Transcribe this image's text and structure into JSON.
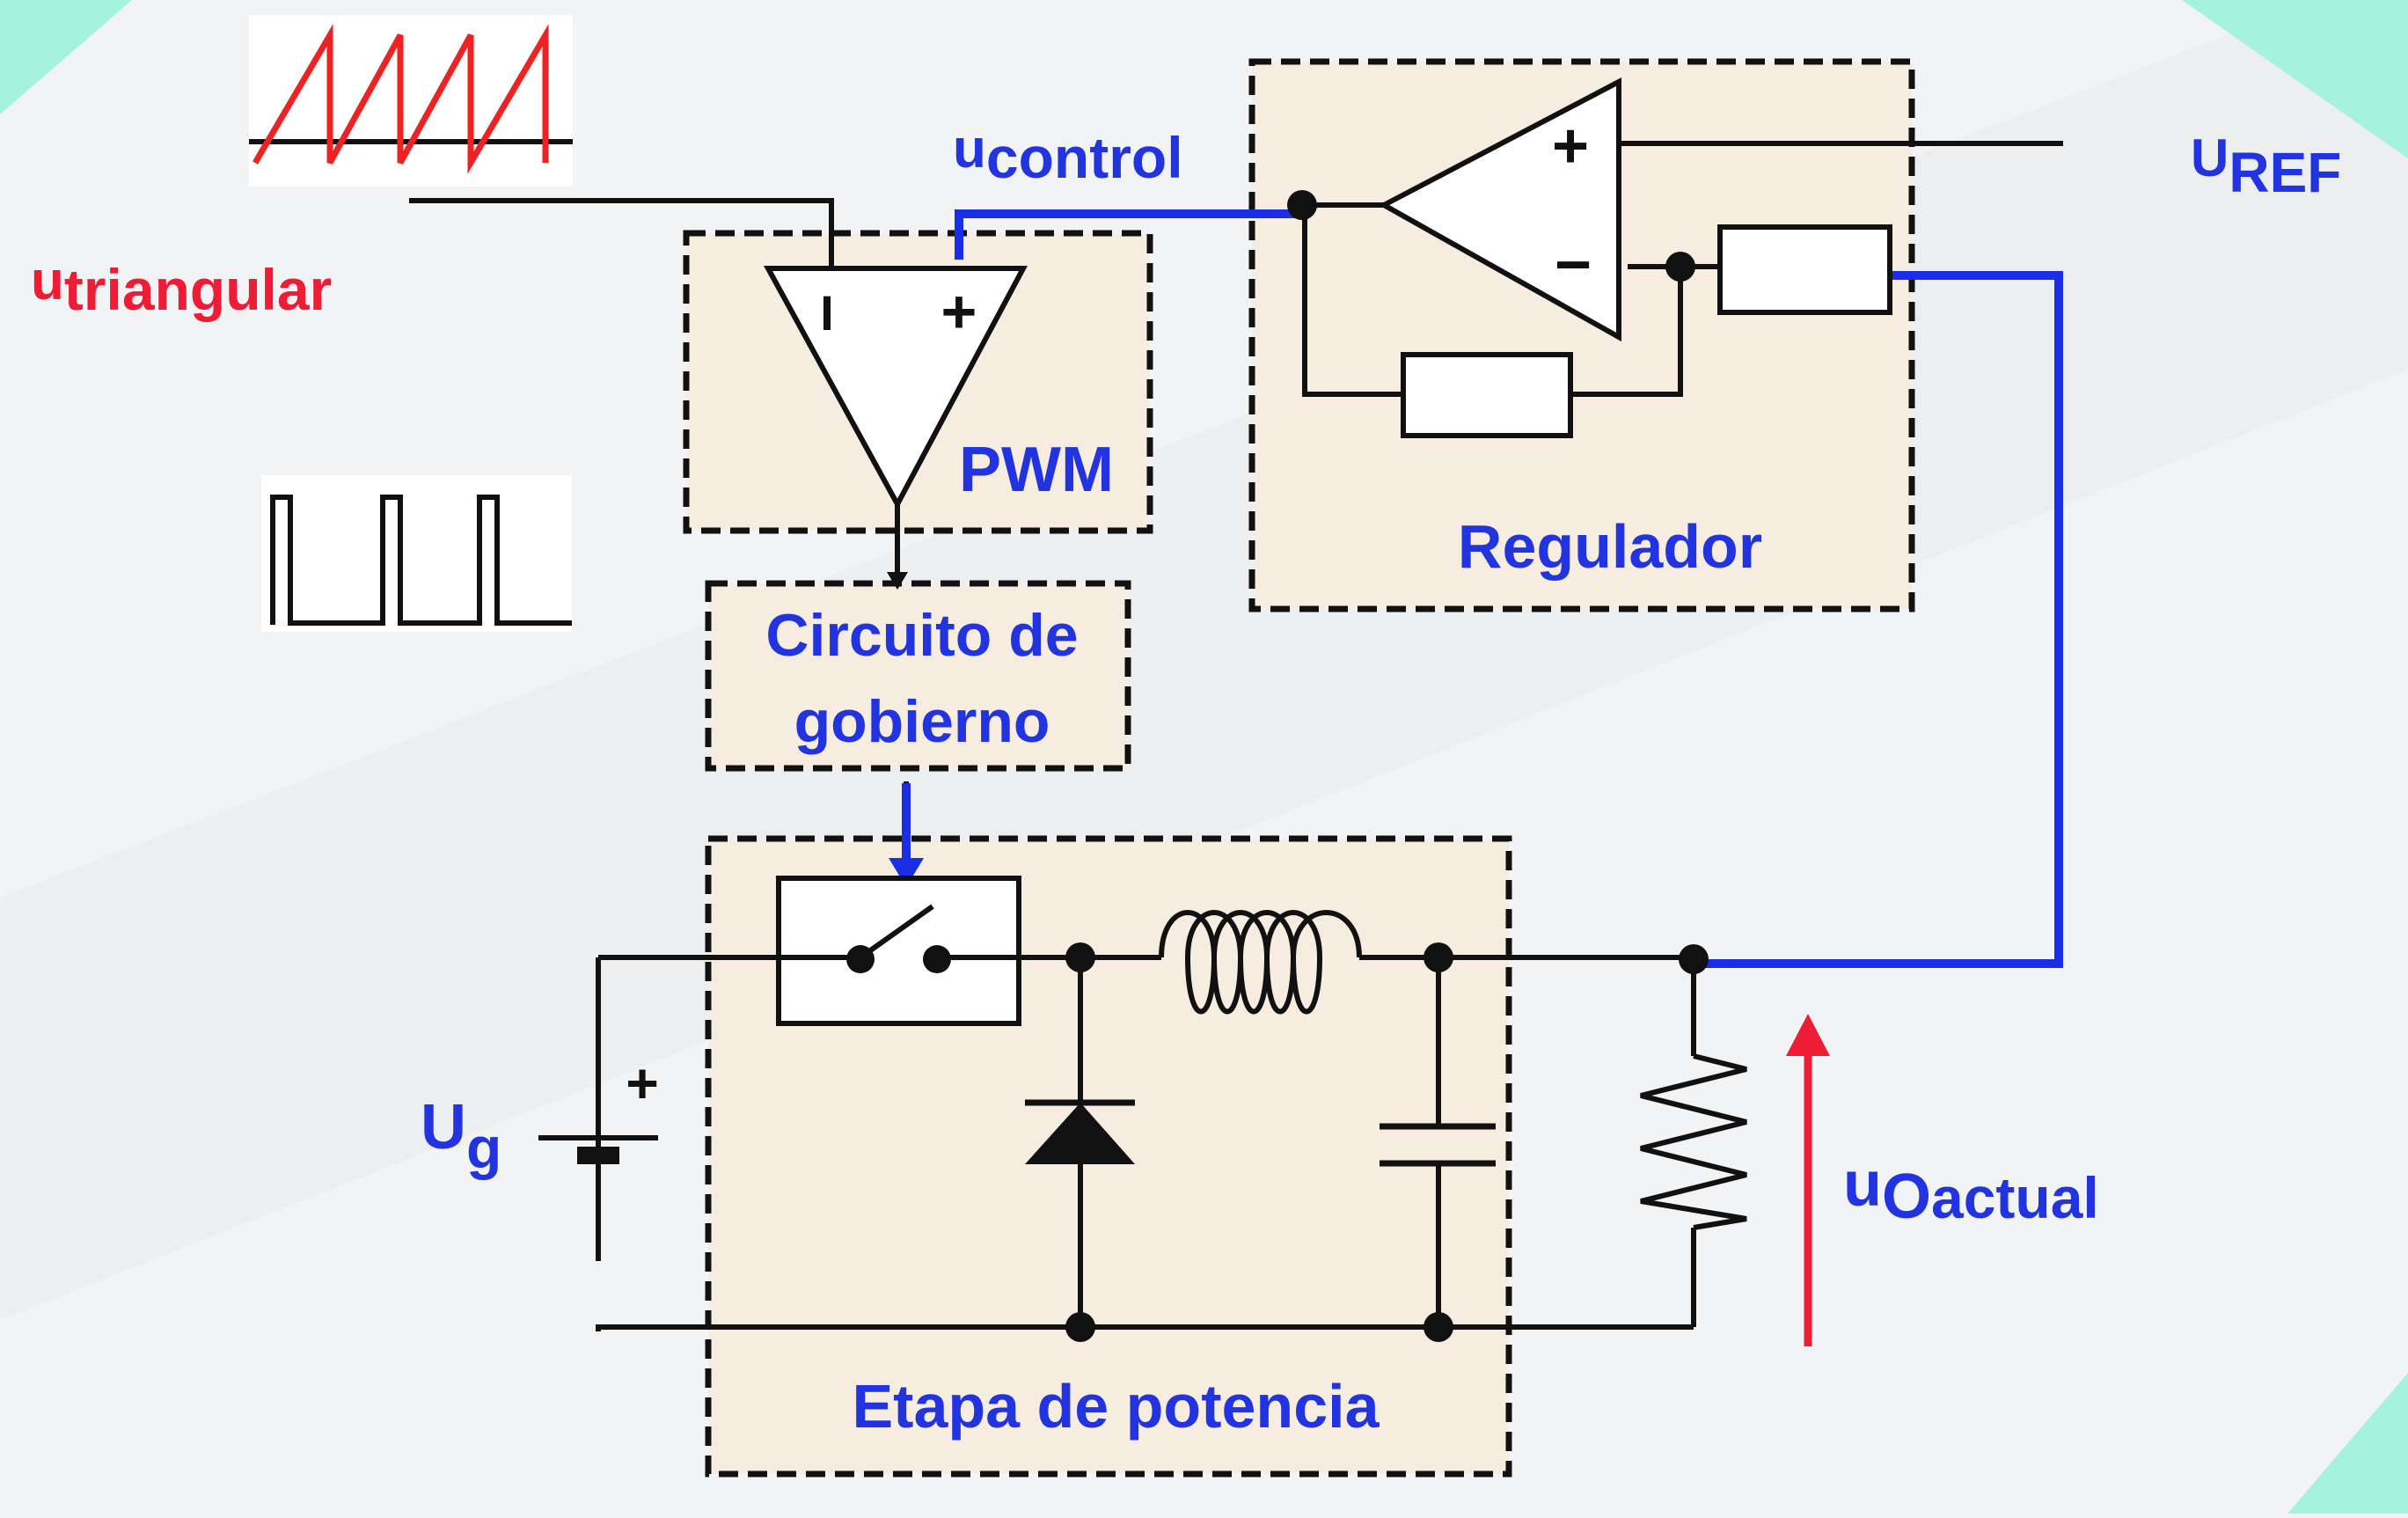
{
  "colors": {
    "background": "#f2f3f4",
    "stripe": "#e7e9eb",
    "teal": "#a5f2df",
    "box_fill": "#f6ece0",
    "wire": "#111111",
    "signal_blue": "#1a2ee6",
    "label_blue": "#2233e0",
    "label_red": "#ee1c35",
    "sawtooth_red": "#ee2222"
  },
  "labels": {
    "u_triangular": {
      "main": "u",
      "sub": "triangular"
    },
    "u_control": {
      "main": "u",
      "sub": "control"
    },
    "u_ref": {
      "main": "U",
      "sub": "REF"
    },
    "u_g": {
      "main": "U",
      "sub": "g"
    },
    "u_o_actual": {
      "main": "u",
      "sub_o": "O",
      "sub": "actual"
    }
  },
  "blocks": {
    "pwm": "PWM",
    "regulador": "Regulador",
    "circuito_line1": "Circuito de",
    "circuito_line2": "gobierno",
    "etapa": "Etapa de potencia"
  },
  "symbols": {
    "plus": "+",
    "minus": "−",
    "comparator_minus": "I"
  },
  "icons": {
    "sawtooth": "sawtooth-wave-icon",
    "pulse": "pwm-pulse-wave-icon",
    "switch": "switch-icon",
    "diode": "diode-icon",
    "inductor": "inductor-icon",
    "capacitor": "capacitor-icon",
    "resistor": "resistor-icon",
    "battery": "battery-icon"
  }
}
